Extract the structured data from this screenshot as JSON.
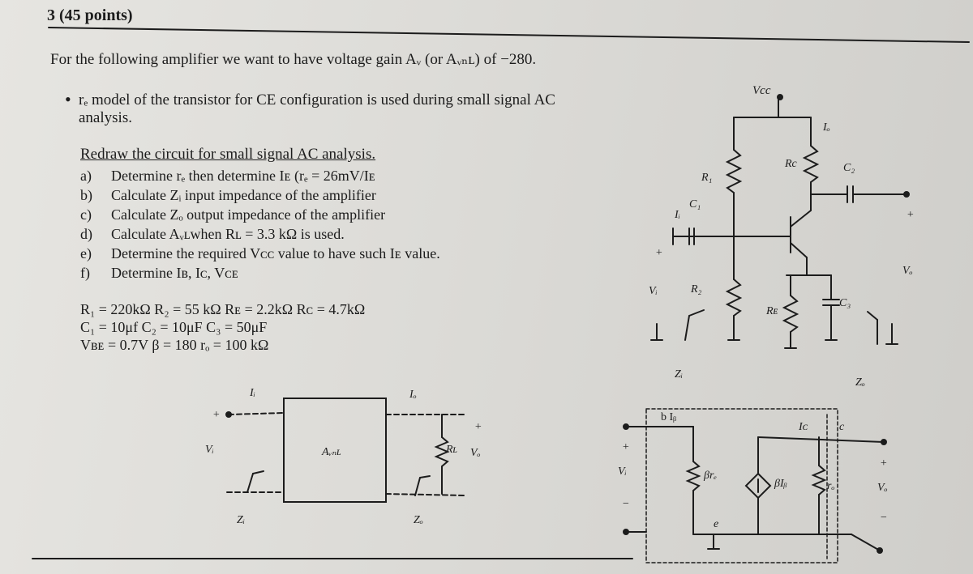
{
  "header": "3 (45 points)",
  "intro": "For the following amplifier we want to have voltage gain Aᵥ (or Aᵥₙʟ) of −280.",
  "bullet": {
    "line1": "rₑ model of the transistor for CE configuration is used during small signal AC",
    "line2": "analysis."
  },
  "redraw": "Redraw the circuit for small signal AC analysis.",
  "tasks": [
    {
      "label": "a)",
      "text": "Determine rₑ  then determine Iᴇ (rₑ = 26mV/Iᴇ"
    },
    {
      "label": "b)",
      "text": "Calculate Zᵢ input impedance of the amplifier"
    },
    {
      "label": "c)",
      "text": "Calculate Zₒ output impedance of the amplifier"
    },
    {
      "label": "d)",
      "text": "Calculate Aᵥʟwhen Rʟ = 3.3 kΩ is used."
    },
    {
      "label": "e)",
      "text": "Determine the required Vᴄᴄ value to have such Iᴇ value."
    },
    {
      "label": "f)",
      "text": "Determine Iʙ, Iᴄ, Vᴄᴇ"
    }
  ],
  "given": [
    "R₁ = 220kΩ  R₂ = 55 kΩ  Rᴇ = 2.2kΩ Rᴄ = 4.7kΩ",
    "C₁ = 10μf  C₂ = 10μF   C₃ = 50μF",
    "Vʙᴇ = 0.7V β = 180  rₒ = 100 kΩ"
  ],
  "circuit_labels": {
    "vcc": "Vcc",
    "io": "Iₒ",
    "rc": "Rc",
    "c2": "C₂",
    "plus_out": "+",
    "ii": "Iᵢ",
    "c1": "C₁",
    "r1": "R₁",
    "plus_in": "+",
    "vo": "Vₒ",
    "vi": "Vᵢ",
    "r2": "R₂",
    "re": "Rᴇ",
    "c3": "C₃",
    "zi": "Zᵢ",
    "zo": "Zₒ"
  },
  "block_labels": {
    "ii": "Iᵢ",
    "io": "Iₒ",
    "plus_in": "+",
    "vi": "Vᵢ",
    "avnl": "Aᵥₙʟ",
    "rl": "Rʟ",
    "vo": "Vₒ",
    "plus_out": "+",
    "zi": "Zᵢ",
    "zo": "Zₒ"
  },
  "model_labels": {
    "b_ib": "b Iᵦ",
    "ic": "Iᴄ",
    "c": "c",
    "plus_in": "+",
    "vi": "Vᵢ",
    "minus_in": "−",
    "beta_re": "βrₑ",
    "beta_ib": "βIᵦ",
    "ro": "rₒ",
    "e": "e",
    "plus_out": "+",
    "vo": "Vₒ",
    "minus_out": "−"
  }
}
